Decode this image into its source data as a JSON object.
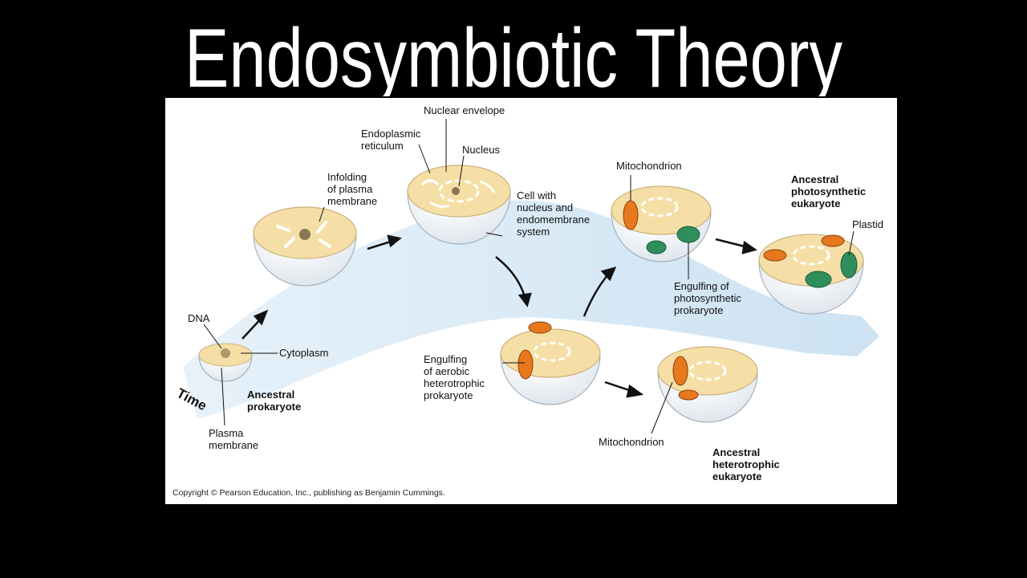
{
  "title": "Endosymbiotic Theory",
  "labels": {
    "nuclear_envelope": "Nuclear envelope",
    "endoplasmic_reticulum": "Endoplasmic\nreticulum",
    "nucleus": "Nucleus",
    "infolding": "Infolding\nof plasma\nmembrane",
    "cell_with_nucleus": "Cell with\nnucleus and\nendomembrane\nsystem",
    "mitochondrion_top": "Mitochondrion",
    "ancestral_photosynthetic": "Ancestral\nphotosynthetic\neukaryote",
    "plastid": "Plastid",
    "engulfing_photosynthetic": "Engulfing of\nphotosynthetic\nprokaryote",
    "dna": "DNA",
    "cytoplasm": "Cytoplasm",
    "time": "Time",
    "ancestral_prokaryote": "Ancestral\nprokaryote",
    "plasma_membrane": "Plasma\nmembrane",
    "engulfing_aerobic": "Engulfing\nof aerobic\nheterotrophic\nprokaryote",
    "mitochondrion_bottom": "Mitochondrion",
    "ancestral_heterotrophic": "Ancestral\nheterotrophic\neukaryote"
  },
  "copyright": "Copyright © Pearson Education, Inc., publishing as Benjamin Cummings.",
  "colors": {
    "background": "#000000",
    "panel": "#ffffff",
    "time_band": "#cfe3f3",
    "cytoplasm": "#f6dfa6",
    "cell_wall": "#e9eef2",
    "mitochondrion": "#e8781e",
    "plastid": "#2f8f5c"
  }
}
